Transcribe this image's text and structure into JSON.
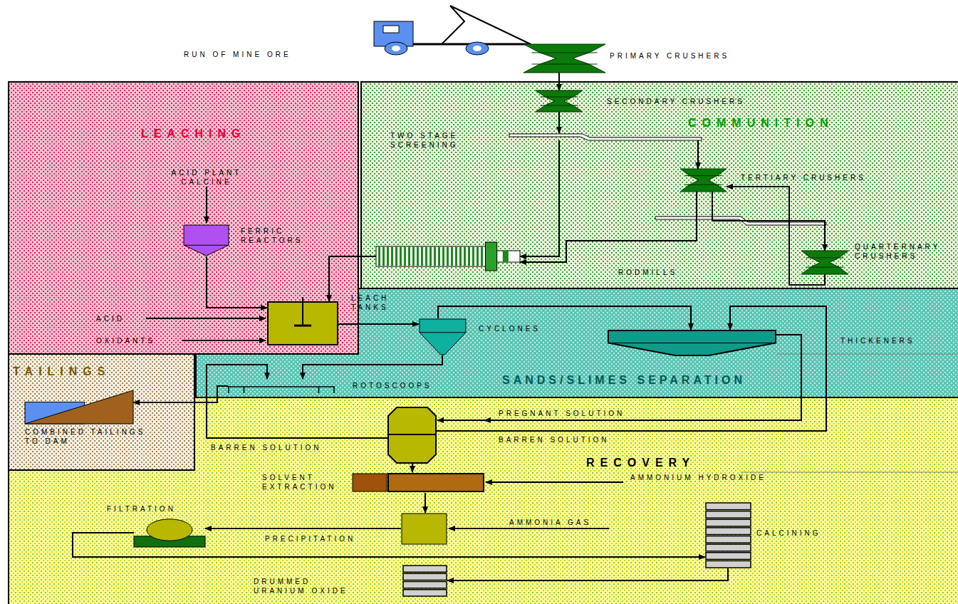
{
  "diagram": {
    "nodes": [
      {
        "text": [
          "LEACHING"
        ]
      },
      {
        "text": [
          "COMMUNITION"
        ]
      },
      {
        "text": [
          "SANDS/SLIMES SEPARATION"
        ]
      },
      {
        "text": [
          "TAILINGS"
        ]
      },
      {
        "text": [
          "RECOVERY"
        ]
      },
      {
        "text": [
          "PRIMARY CRUSHERS"
        ]
      },
      {
        "text": [
          "SECONDARY CRUSHERS"
        ],
        "in": 1
      },
      {
        "text": [
          "TWO STAGE SCREENING"
        ],
        "in": 1
      },
      {
        "text": [
          "TERTIARY CRUSHERS"
        ],
        "in": 1
      },
      {
        "text": [
          "QUARTERNARY CRUSHERS"
        ],
        "in": 1
      },
      {
        "text": [
          "RODMILLS"
        ],
        "in": 1
      },
      {
        "text": [
          "FERRIC REACTORS"
        ],
        "in": 0
      },
      {
        "text": [
          "LEACH TANKS"
        ],
        "in": 0
      },
      {
        "text": [
          "CYCLONES"
        ],
        "in": 2
      },
      {
        "text": [
          "THICKENERS"
        ],
        "in": 2
      },
      {
        "text": [
          "ROTOSCOOPS"
        ],
        "in": 2
      },
      {
        "text": [
          "COMBINED TAILINGS TO DAM"
        ],
        "in": 3
      },
      {
        "text": [
          "SOLVENT EXTRACTION"
        ],
        "in": 4
      },
      {
        "text": [
          "PRECIPITATION"
        ],
        "in": 4
      },
      {
        "text": [
          "FILTRATION"
        ],
        "in": 4
      },
      {
        "text": [
          "CALCINING"
        ],
        "in": 4
      },
      {
        "text": [
          "DRUMMED URANIUM OXIDE"
        ],
        "in": 4
      }
    ],
    "edges": [
      {
        "from": 5,
        "to": 6,
        "arrow": "to"
      },
      {
        "from": 6,
        "to": 7,
        "arrow": "to"
      },
      {
        "from": 7,
        "to": 8,
        "arrow": "to"
      },
      {
        "from": 7,
        "to": 10,
        "arrow": "to"
      },
      {
        "from": 8,
        "to": 10,
        "arrow": "to"
      },
      {
        "from": 8,
        "to": 9,
        "arrow": "to"
      },
      {
        "from": 9,
        "to": 8,
        "arrow": "to"
      },
      {
        "from": 10,
        "to": 12,
        "arrow": "to"
      },
      {
        "from": 11,
        "to": 12,
        "arrow": "to"
      },
      {
        "from": 12,
        "to": 13,
        "arrow": "to"
      },
      {
        "from": 13,
        "to": 14,
        "arrow": "to"
      },
      {
        "from": 13,
        "to": 15,
        "arrow": "to"
      },
      {
        "from": 14,
        "to": 17,
        "label": "PREGNANT SOLUTION",
        "arrow": "to"
      },
      {
        "from": 17,
        "to": 15,
        "label": "BARREN SOLUTION",
        "arrow": "to"
      },
      {
        "from": 17,
        "to": 14,
        "label": "BARREN SOLUTION",
        "arrow": "to"
      },
      {
        "from": 15,
        "to": 16,
        "arrow": "to"
      },
      {
        "from": 17,
        "to": 18,
        "arrow": "to"
      },
      {
        "from": 18,
        "to": 19,
        "arrow": "to"
      },
      {
        "from": 19,
        "to": 20,
        "arrow": "to"
      },
      {
        "from": 20,
        "to": 21,
        "arrow": "to"
      }
    ],
    "labels": [
      "RUN OF MINE ORE",
      "ACID PLANT CALCINE",
      "ACID",
      "OXIDANTS",
      "AMMONIUM HYDROXIDE",
      "AMMONIA GAS"
    ]
  }
}
